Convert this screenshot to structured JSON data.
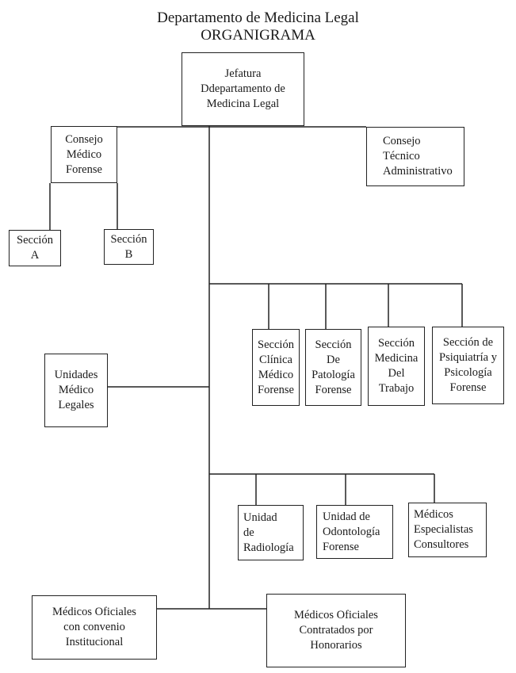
{
  "header": {
    "title_line1": "Departamento de Medicina Legal",
    "title_line2": "ORGANIGRAMA"
  },
  "nodes": {
    "jefatura": [
      "Jefatura",
      "Ddepartamento de",
      "Medicina Legal"
    ],
    "consejo_medico_forense": [
      "Consejo",
      "Médico",
      "Forense"
    ],
    "consejo_tecnico_administrativo": [
      "Consejo",
      "Técnico",
      "Administrativo"
    ],
    "seccion_a": [
      "Sección",
      "A"
    ],
    "seccion_b": [
      "Sección",
      "B"
    ],
    "seccion_clinica": [
      "Sección",
      "Clínica",
      "Médico",
      "Forense"
    ],
    "seccion_patologia": [
      "Sección",
      "De",
      "Patología",
      "Forense"
    ],
    "seccion_medicina_trabajo": [
      "Sección",
      "Medicina",
      "Del",
      "Trabajo"
    ],
    "seccion_psiquiatria": [
      "Sección de",
      "Psiquiatría y",
      "Psicología",
      "Forense"
    ],
    "unidades_medico_legales": [
      "Unidades",
      "Médico",
      "Legales"
    ],
    "unidad_radiologia": [
      "Unidad",
      "de",
      "Radiología"
    ],
    "unidad_odontologia": [
      "Unidad de",
      "Odontología",
      "Forense"
    ],
    "medicos_especialistas": [
      "Médicos",
      "Especialistas",
      "Consultores"
    ],
    "medicos_oficiales_convenio": [
      "Médicos Oficiales",
      "con convenio",
      "Institucional"
    ],
    "medicos_oficiales_honorarios": [
      "Médicos Oficiales",
      "Contratados por",
      "Honorarios"
    ]
  }
}
